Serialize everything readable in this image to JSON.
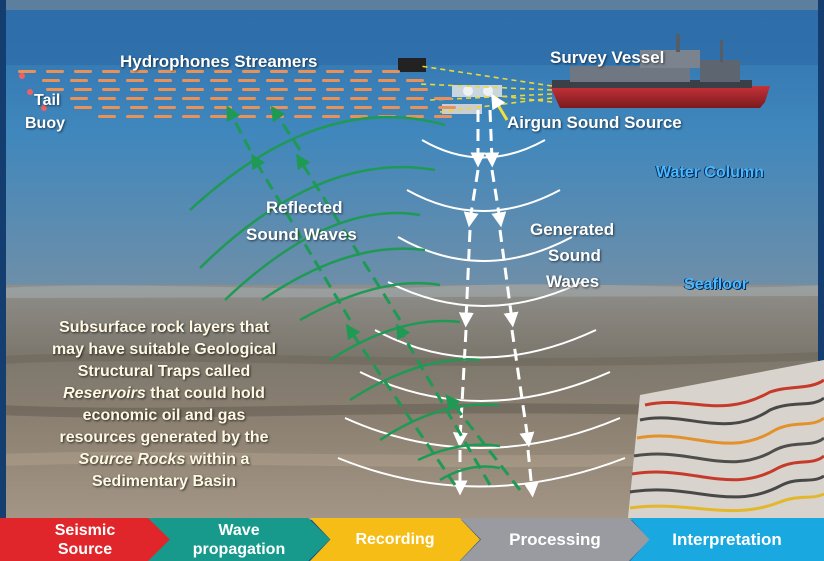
{
  "labels": {
    "hydrophones": "Hydrophones Streamers",
    "survey_vessel": "Survey Vessel",
    "tail_buoy_1": "Tail",
    "tail_buoy_2": "Buoy",
    "airgun": "Airgun Sound Source",
    "water_column": "Water Column",
    "seafloor": "Seafloor",
    "reflected_1": "Reflected",
    "reflected_2": "Sound Waves",
    "generated_1": "Generated",
    "generated_2": "Sound",
    "generated_3": "Waves"
  },
  "description": {
    "line1": "Subsurface rock layers that",
    "line2": "may have suitable Geological",
    "line3": "Structural Traps called",
    "line4_italic": "Reservoirs",
    "line4_rest": " that could hold",
    "line5": "economic oil and gas",
    "line6": "resources generated by the",
    "line7_italic": "Source Rocks",
    "line7_rest": " within a",
    "line8": "Sedimentary Basin"
  },
  "stages": [
    {
      "line1": "Seismic",
      "line2": "Source",
      "color": "#e0252b"
    },
    {
      "line1": "Wave",
      "line2": "propagation",
      "color": "#179a8c"
    },
    {
      "line1": "Recording",
      "line2": "",
      "color": "#f6bd16"
    },
    {
      "line1": "Processing",
      "line2": "",
      "color": "#999ba0"
    },
    {
      "line1": "Interpretation",
      "line2": "",
      "color": "#19a8e0"
    }
  ],
  "colors": {
    "water": "#2d6aa5",
    "seafloor": "#8a8378",
    "reflected_wave": "#1f9a55",
    "generated_wave": "#ffffff",
    "highlight_label": "#49b9ff"
  }
}
